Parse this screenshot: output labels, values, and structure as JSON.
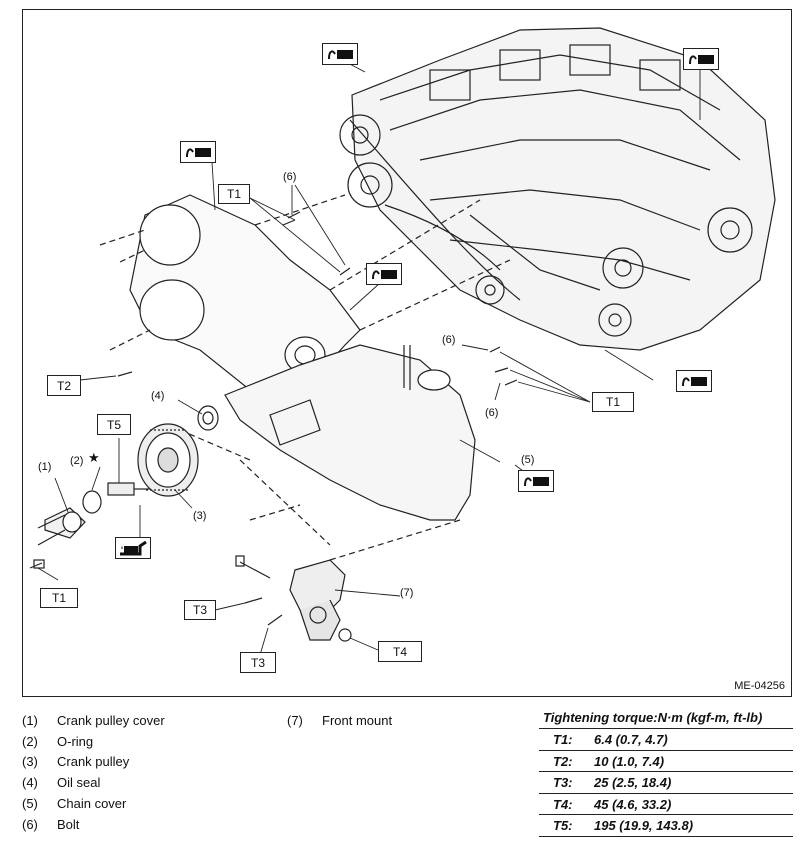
{
  "figure_id": "ME-04256",
  "callouts": {
    "c1": "(1)",
    "c2": "(2)",
    "c3": "(3)",
    "c4": "(4)",
    "c5": "(5)",
    "c6a": "(6)",
    "c6b": "(6)",
    "c6c": "(6)",
    "c7": "(7)",
    "star": "★"
  },
  "torque_labels": {
    "t1_top": "T1",
    "t1_right": "T1",
    "t1_bottom": "T1",
    "t2": "T2",
    "t3a": "T3",
    "t3b": "T3",
    "t4": "T4",
    "t5": "T5"
  },
  "legend": {
    "items": [
      {
        "num": "(1)",
        "label": "Crank pulley cover"
      },
      {
        "num": "(2)",
        "label": "O-ring"
      },
      {
        "num": "(3)",
        "label": "Crank pulley"
      },
      {
        "num": "(4)",
        "label": "Oil seal"
      },
      {
        "num": "(5)",
        "label": "Chain cover"
      },
      {
        "num": "(6)",
        "label": "Bolt"
      },
      {
        "num": "(7)",
        "label": "Front mount"
      }
    ]
  },
  "torque_table": {
    "heading": "Tightening torque:N·m (kgf-m, ft-lb)",
    "rows": [
      {
        "key": "T1:",
        "value": "6.4 (0.7, 4.7)"
      },
      {
        "key": "T2:",
        "value": "10 (1.0, 7.4)"
      },
      {
        "key": "T3:",
        "value": "25 (2.5, 18.4)"
      },
      {
        "key": "T4:",
        "value": "45 (4.6, 33.2)"
      },
      {
        "key": "T5:",
        "value": "195 (19.9, 143.8)"
      }
    ]
  }
}
